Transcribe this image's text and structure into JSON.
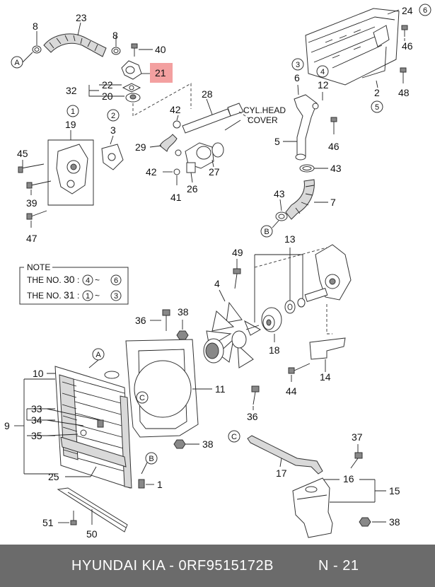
{
  "diagram": {
    "highlight_color": "#f3a0a0",
    "footer_bg": "#6b6b6b",
    "callouts": {
      "c23": "23",
      "c8a": "8",
      "c8b": "8",
      "c40": "40",
      "c21": "21",
      "c22": "22",
      "c32": "32",
      "c20": "20",
      "c28": "28",
      "c42a": "42",
      "c29": "29",
      "c42b": "42",
      "c41": "41",
      "c26": "26",
      "c27": "27",
      "c19": "19",
      "c3": "3",
      "c45": "45",
      "c39": "39",
      "c47": "47",
      "c24": "24",
      "c46a": "46",
      "c48": "48",
      "c6": "6",
      "c12": "12",
      "c2": "2",
      "c5": "5",
      "c46b": "46",
      "c43a": "43",
      "c43b": "43",
      "c7": "7",
      "c49": "49",
      "c13": "13",
      "c4": "4",
      "c36a": "36",
      "c38a": "38",
      "c18": "18",
      "c14": "14",
      "c44": "44",
      "c10": "10",
      "c11": "11",
      "c9": "9",
      "c33": "33",
      "c34": "34",
      "c35": "35",
      "c25": "25",
      "c36b": "36",
      "c38b": "38",
      "c1": "1",
      "c17": "17",
      "c37": "37",
      "c16": "16",
      "c15": "15",
      "c38c": "38",
      "c51": "51",
      "c50": "50"
    },
    "circled": {
      "A1": "A",
      "A2": "A",
      "B1": "B",
      "B2": "B",
      "C1": "C",
      "C2": "C",
      "k6": "6",
      "k3": "3",
      "k4": "4",
      "k5": "5",
      "k1": "1",
      "k2": "2"
    },
    "cyl_head_line1": "CYL.HEAD",
    "cyl_head_line2": "COVER",
    "note": {
      "title": "NOTE",
      "row1_prefix": "THE NO.",
      "row1_num": "30",
      "row1_sep": ":",
      "row1_from": "4",
      "row1_dash": "~",
      "row1_to": "6",
      "row2_prefix": "THE NO.",
      "row2_num": "31",
      "row2_sep": ":",
      "row2_from": "1",
      "row2_dash": "~",
      "row2_to": "3"
    }
  },
  "footer": {
    "brand": "HYUNDAI  KIA - 0RF9515172B",
    "ref": "N - 21"
  }
}
